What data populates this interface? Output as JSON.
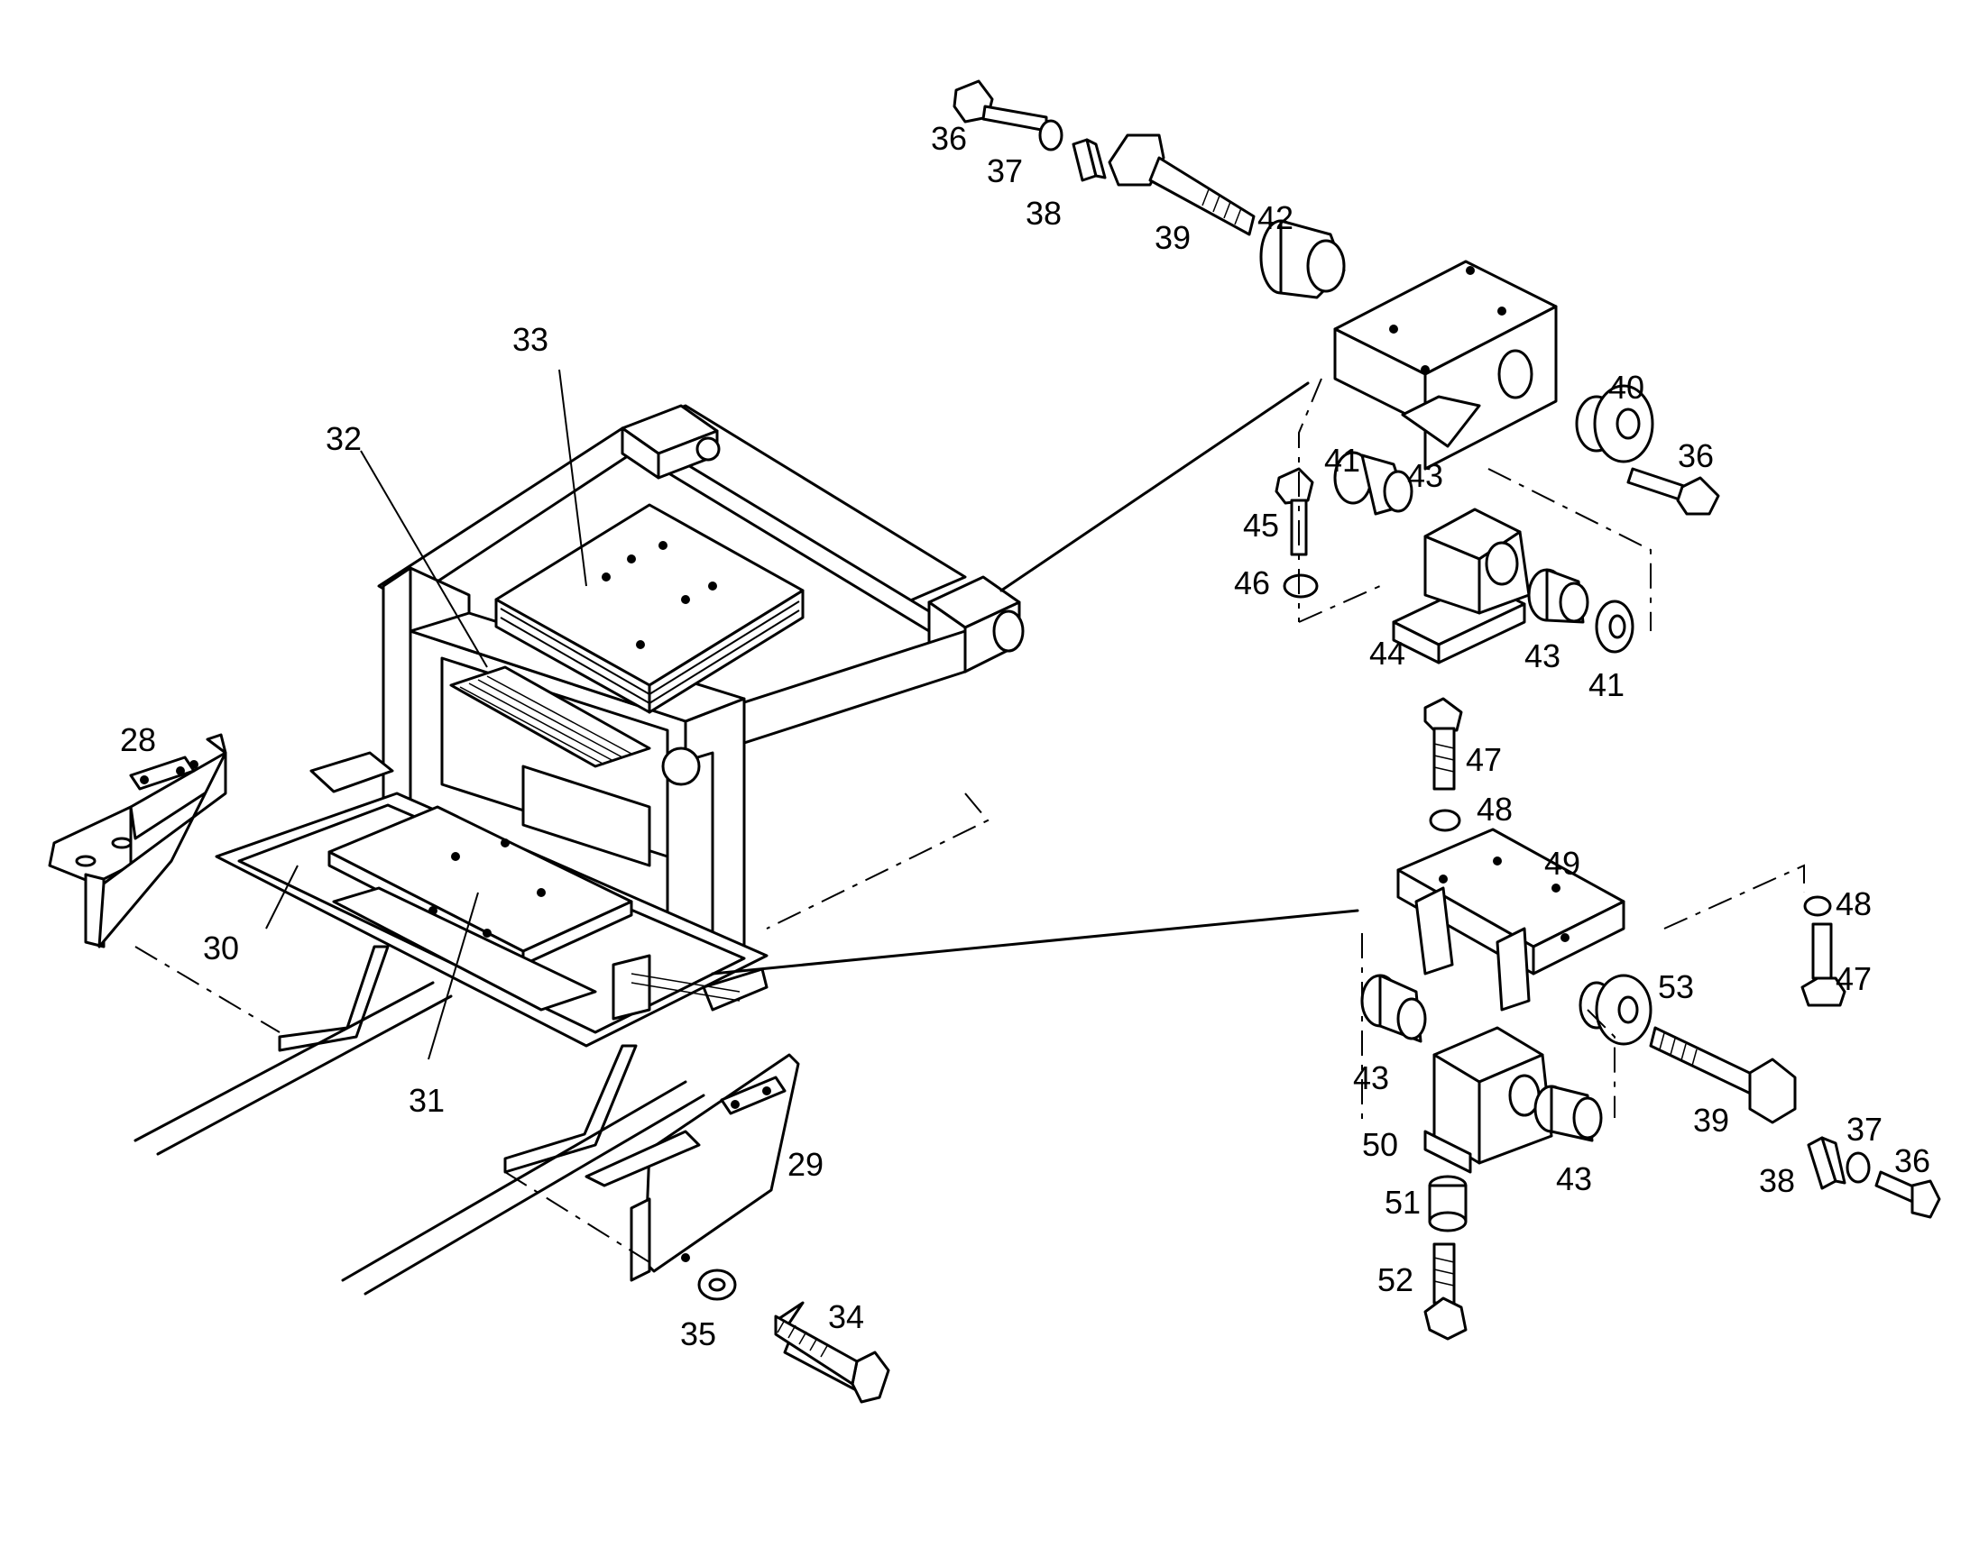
{
  "labels": {
    "l28": "28",
    "l29": "29",
    "l30": "30",
    "l31": "31",
    "l32": "32",
    "l33": "33",
    "l34": "34",
    "l35": "35",
    "l36a": "36",
    "l37a": "37",
    "l38a": "38",
    "l39a": "39",
    "l42": "42",
    "l40": "40",
    "l36b": "36",
    "l41a": "41",
    "l43a": "43",
    "l45": "45",
    "l46": "46",
    "l44": "44",
    "l43b": "43",
    "l41b": "41",
    "l47a": "47",
    "l48a": "48",
    "l49": "49",
    "l48b": "48",
    "l47b": "47",
    "l53": "53",
    "l43c": "43",
    "l50": "50",
    "l43d": "43",
    "l39b": "39",
    "l51": "51",
    "l52": "52",
    "l37b": "37",
    "l38b": "38",
    "l36c": "36"
  }
}
